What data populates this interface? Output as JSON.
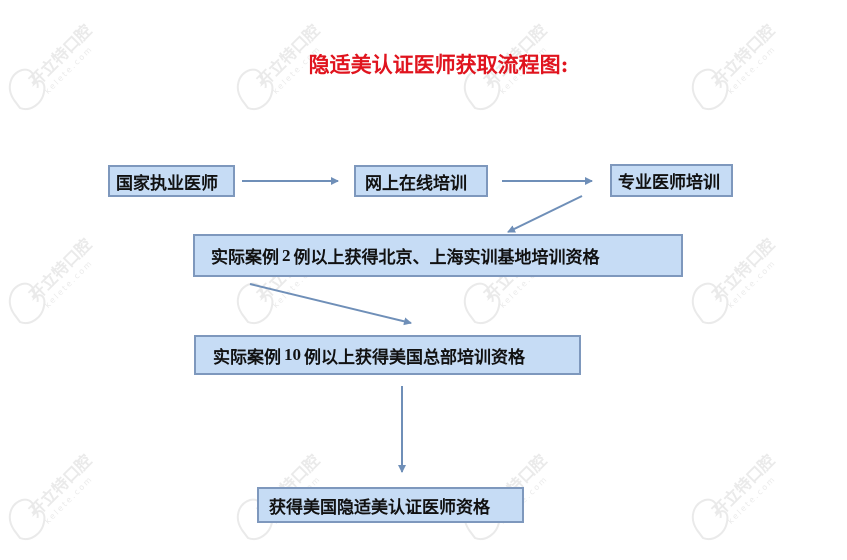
{
  "title": "隐适美认证医师获取流程图:",
  "watermark": {
    "brand_cn": "开立特口腔",
    "brand_url": "kelete.com",
    "icon": "tooth-icon",
    "color": "#d9d9d9"
  },
  "colors": {
    "title": "#e0141e",
    "box_fill": "#c6dcf5",
    "box_border": "#7e98bd",
    "arrow": "#6f8fb8",
    "text": "#111111"
  },
  "steps": [
    {
      "id": "b1",
      "label": "国家执业医师"
    },
    {
      "id": "b2",
      "label": "网上在线培训"
    },
    {
      "id": "b3",
      "label": "专业医师培训"
    },
    {
      "id": "b4",
      "prefix": "实际案例",
      "number": "2",
      "suffix": "例以上获得北京、上海实训基地培训资格"
    },
    {
      "id": "b5",
      "prefix": "实际案例",
      "number": "10",
      "suffix": "例以上获得美国总部培训资格"
    },
    {
      "id": "b6",
      "label": "获得美国隐适美认证医师资格"
    }
  ],
  "connectors": [
    {
      "from": "b1",
      "to": "b2",
      "direction": "right"
    },
    {
      "from": "b2",
      "to": "b3",
      "direction": "right"
    },
    {
      "from": "b3",
      "to": "b4",
      "direction": "down-left"
    },
    {
      "from": "b4",
      "to": "b5",
      "direction": "down-right"
    },
    {
      "from": "b5",
      "to": "b6",
      "direction": "down"
    }
  ]
}
